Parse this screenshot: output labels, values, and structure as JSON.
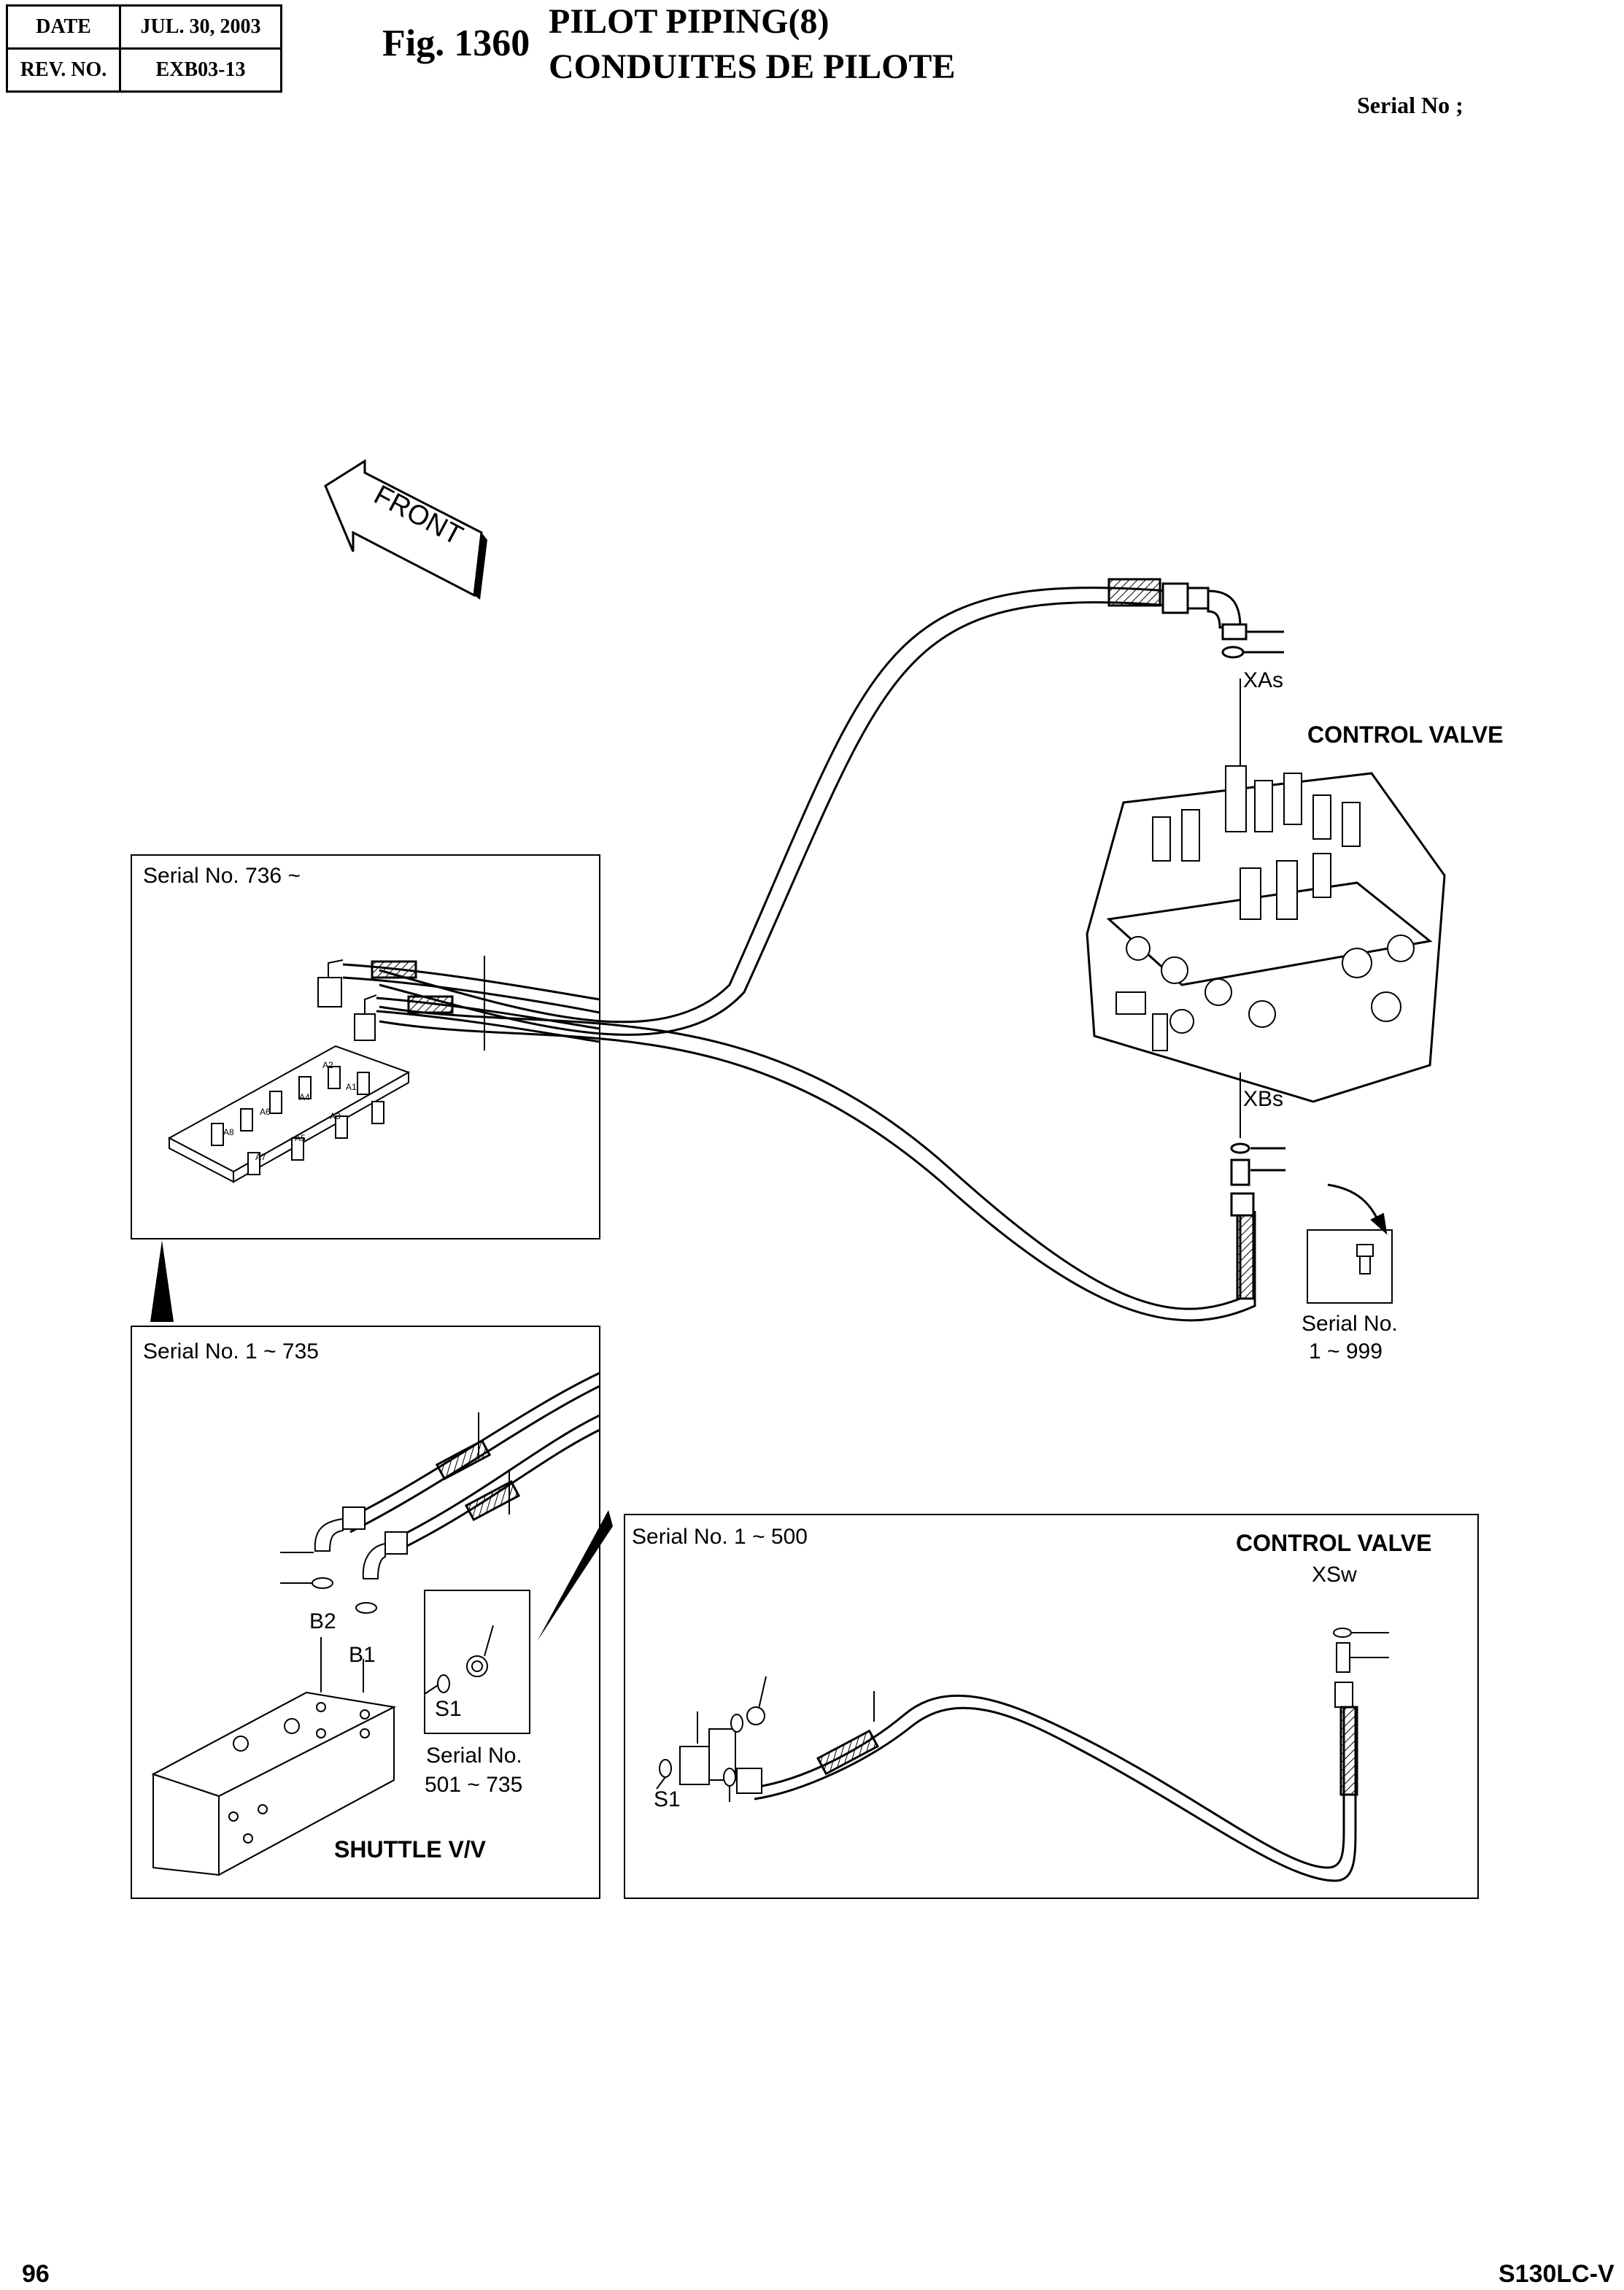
{
  "header": {
    "date_label": "DATE",
    "date_value": "JUL. 30, 2003",
    "rev_label": "REV. NO.",
    "rev_value": "EXB03-13"
  },
  "title": {
    "fig_number": "Fig. 1360",
    "line1": "PILOT PIPING(8)",
    "line2": "CONDUITES DE PILOTE",
    "serial_no": "Serial No ;"
  },
  "diagram": {
    "front_label": "FRONT",
    "control_valve_label": "CONTROL VALVE",
    "port_xas": "XAs",
    "port_xbs": "XBs",
    "inset_serial_999_line1": "Serial No.",
    "inset_serial_999_line2": "1 ~ 999",
    "box1_title": "Serial No. 736 ~",
    "box1_ports": [
      "A1",
      "A2",
      "A3",
      "A4",
      "A5",
      "A6",
      "A7",
      "A8"
    ],
    "box2_title": "Serial No. 1 ~ 735",
    "port_b1": "B1",
    "port_b2": "B2",
    "port_s1": "S1",
    "inset_serial_735_line1": "Serial No.",
    "inset_serial_735_line2": "501 ~ 735",
    "shuttle_label": "SHUTTLE V/V",
    "box3_title": "Serial No. 1 ~ 500",
    "box3_control_valve_label": "CONTROL VALVE",
    "port_xsw": "XSw",
    "box3_port_s1": "S1"
  },
  "footer": {
    "page": "96",
    "model": "S130LC-V"
  }
}
